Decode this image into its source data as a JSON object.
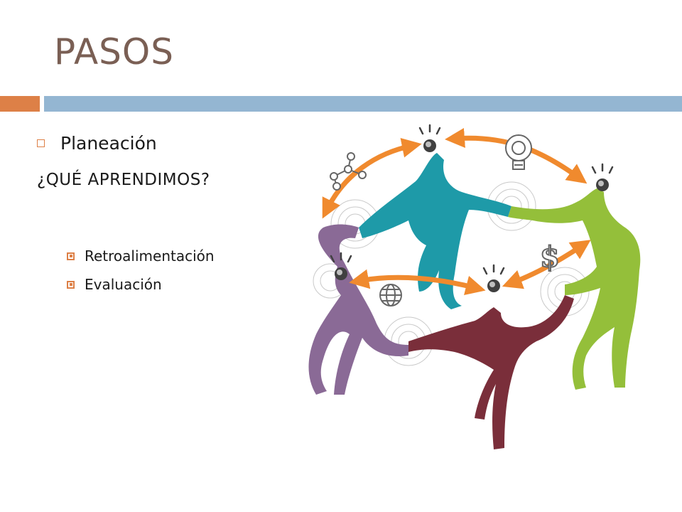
{
  "slide": {
    "title": "PASOS",
    "bullet": "Planeación",
    "heading": "¿QUÉ APRENDIMOS?",
    "subitems": [
      "Retroalimentación",
      "Evaluación"
    ]
  },
  "colors": {
    "title": "#7a5f54",
    "accent_bar": "#dd8047",
    "main_bar": "#94b6d2",
    "bullet": "#dd8047",
    "figure_teal": "#1e9aa8",
    "figure_green": "#94bf3a",
    "figure_purple": "#8a6a96",
    "figure_maroon": "#7a2e3a",
    "arrows": "#f08a2e"
  },
  "illustration": {
    "description_icons": [
      "molecule-icon",
      "lightbulb-icon",
      "dollar-icon",
      "globe-icon"
    ]
  }
}
